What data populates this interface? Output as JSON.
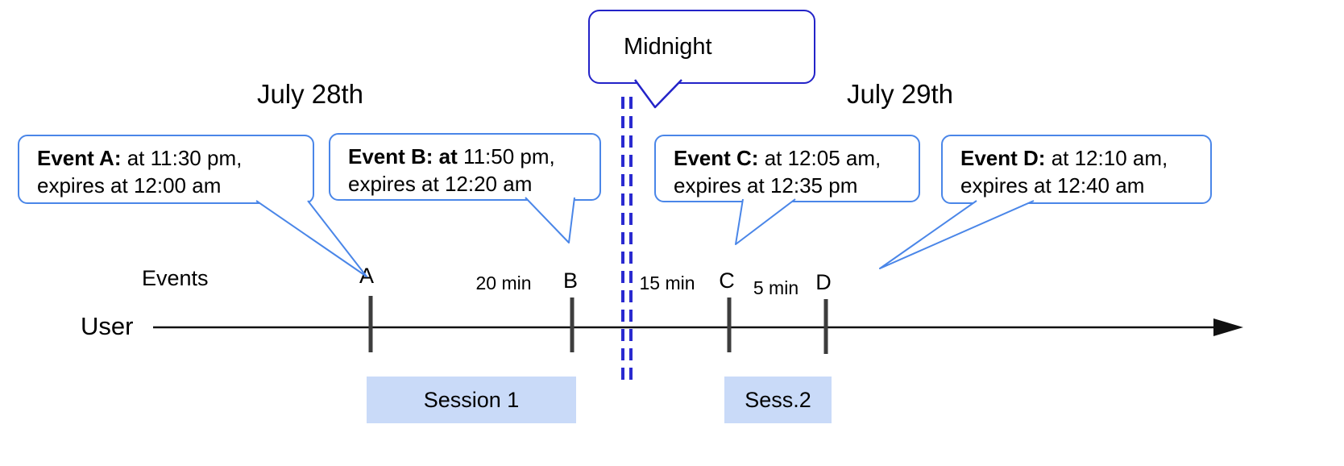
{
  "title_dates": {
    "left": "July 28th",
    "right": "July 29th"
  },
  "midnight": {
    "label": "Midnight"
  },
  "axis": {
    "events_label": "Events",
    "user_label": "User"
  },
  "events": [
    {
      "tick": "A",
      "bold": "Event A:",
      "rest": " at 11:30 pm,",
      "line2": "expires at 12:00 am"
    },
    {
      "tick": "B",
      "bold": "Event B: at",
      "rest": " 11:50 pm,",
      "line2": "expires at 12:20 am"
    },
    {
      "tick": "C",
      "bold": "Event C:",
      "rest": " at 12:05 am,",
      "line2": "expires at 12:35 pm"
    },
    {
      "tick": "D",
      "bold": "Event D:",
      "rest": "  at 12:10 am,",
      "line2": "expires at 12:40 am"
    }
  ],
  "intervals": [
    {
      "label": "20 min"
    },
    {
      "label": "15 min"
    },
    {
      "label": "5 min"
    }
  ],
  "sessions": [
    {
      "label": "Session 1"
    },
    {
      "label": "Sess.2"
    }
  ],
  "colors": {
    "event_bubble_border": "#4a86e8",
    "midnight_bubble_border": "#2323c8",
    "midnight_dashed_line": "#2a2ad0",
    "session_fill": "#c9daf8",
    "timeline": "#111111",
    "tick": "#3d3d3d"
  }
}
